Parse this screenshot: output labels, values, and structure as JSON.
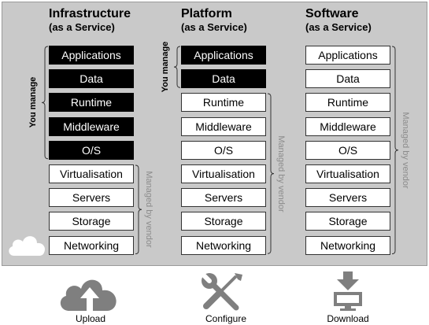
{
  "columns": [
    {
      "title": "Infrastructure",
      "subtitle": "(as a Service)",
      "you_manage_label": "You manage",
      "vendor_label": "Managed by vendor",
      "layers": [
        {
          "label": "Applications",
          "managed_by": "you"
        },
        {
          "label": "Data",
          "managed_by": "you"
        },
        {
          "label": "Runtime",
          "managed_by": "you"
        },
        {
          "label": "Middleware",
          "managed_by": "you"
        },
        {
          "label": "O/S",
          "managed_by": "you"
        },
        {
          "label": "Virtualisation",
          "managed_by": "vendor"
        },
        {
          "label": "Servers",
          "managed_by": "vendor"
        },
        {
          "label": "Storage",
          "managed_by": "vendor"
        },
        {
          "label": "Networking",
          "managed_by": "vendor"
        }
      ]
    },
    {
      "title": "Platform",
      "subtitle": "(as a Service)",
      "you_manage_label": "You manage",
      "vendor_label": "Managed by vendor",
      "layers": [
        {
          "label": "Applications",
          "managed_by": "you"
        },
        {
          "label": "Data",
          "managed_by": "you"
        },
        {
          "label": "Runtime",
          "managed_by": "vendor"
        },
        {
          "label": "Middleware",
          "managed_by": "vendor"
        },
        {
          "label": "O/S",
          "managed_by": "vendor"
        },
        {
          "label": "Virtualisation",
          "managed_by": "vendor"
        },
        {
          "label": "Servers",
          "managed_by": "vendor"
        },
        {
          "label": "Storage",
          "managed_by": "vendor"
        },
        {
          "label": "Networking",
          "managed_by": "vendor"
        }
      ]
    },
    {
      "title": "Software",
      "subtitle": "(as a Service)",
      "vendor_label": "Managed by vendor",
      "layers": [
        {
          "label": "Applications",
          "managed_by": "vendor"
        },
        {
          "label": "Data",
          "managed_by": "vendor"
        },
        {
          "label": "Runtime",
          "managed_by": "vendor"
        },
        {
          "label": "Middleware",
          "managed_by": "vendor"
        },
        {
          "label": "O/S",
          "managed_by": "vendor"
        },
        {
          "label": "Virtualisation",
          "managed_by": "vendor"
        },
        {
          "label": "Servers",
          "managed_by": "vendor"
        },
        {
          "label": "Storage",
          "managed_by": "vendor"
        },
        {
          "label": "Networking",
          "managed_by": "vendor"
        }
      ]
    }
  ],
  "actions": [
    {
      "label": "Upload",
      "icon": "cloud-upload-icon"
    },
    {
      "label": "Configure",
      "icon": "wrench-screwdriver-icon"
    },
    {
      "label": "Download",
      "icon": "download-icon"
    }
  ],
  "colors": {
    "you_box": "#000000",
    "vendor_box": "#ffffff",
    "panel": "#c9c9c9",
    "vendor_text": "#8c8c8c",
    "icon": "#7f7f7f"
  }
}
